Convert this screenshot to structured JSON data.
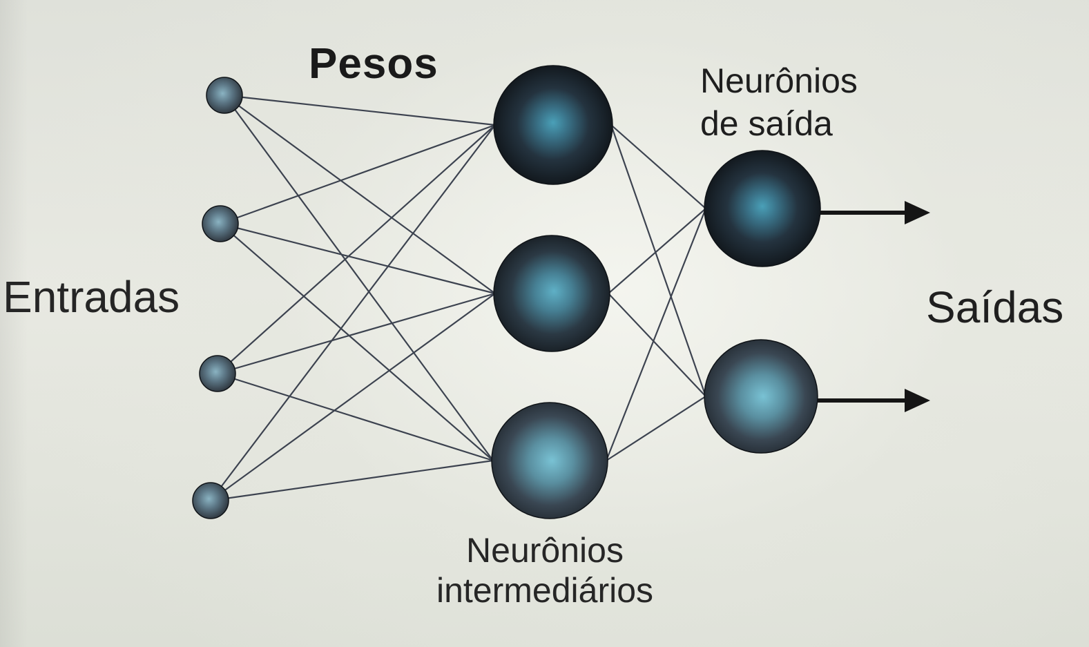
{
  "labels": {
    "weights": "Pesos",
    "inputs": "Entradas",
    "outputs": "Saídas",
    "output_neurons": [
      "Neurônios",
      "de saída"
    ],
    "hidden_neurons": [
      "Neurônios",
      "intermediários"
    ]
  },
  "network": {
    "layers": [
      {
        "name": "input",
        "count": 4
      },
      {
        "name": "hidden",
        "count": 3
      },
      {
        "name": "output",
        "count": 2
      }
    ],
    "fully_connected": true,
    "output_arrows": 2
  },
  "colors": {
    "background": "#e4e6df",
    "neuron_highlight": "#3f8fa6",
    "neuron_edge": "#101418",
    "connection": "#2a3140",
    "text": "#1b1b1b"
  }
}
